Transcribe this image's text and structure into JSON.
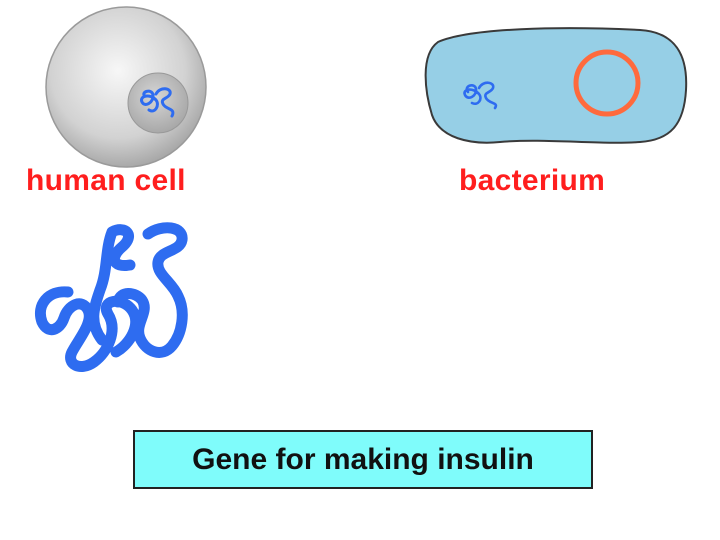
{
  "labels": {
    "human_cell": "human cell",
    "bacterium": "bacterium",
    "gene_box": "Gene for making insulin"
  },
  "colors": {
    "label_red": "#ff1e1e",
    "gene_blue": "#2e6cf0",
    "bacterium_fill": "#96cfe6",
    "plasmid_orange": "#ff6a3d",
    "gene_box_fill": "#7ffcfb",
    "cell_gray": "#c8c8c8"
  },
  "icons": [
    "human-cell-icon",
    "nucleus-icon",
    "bacterium-icon",
    "plasmid-icon",
    "dna-gene-icon"
  ]
}
